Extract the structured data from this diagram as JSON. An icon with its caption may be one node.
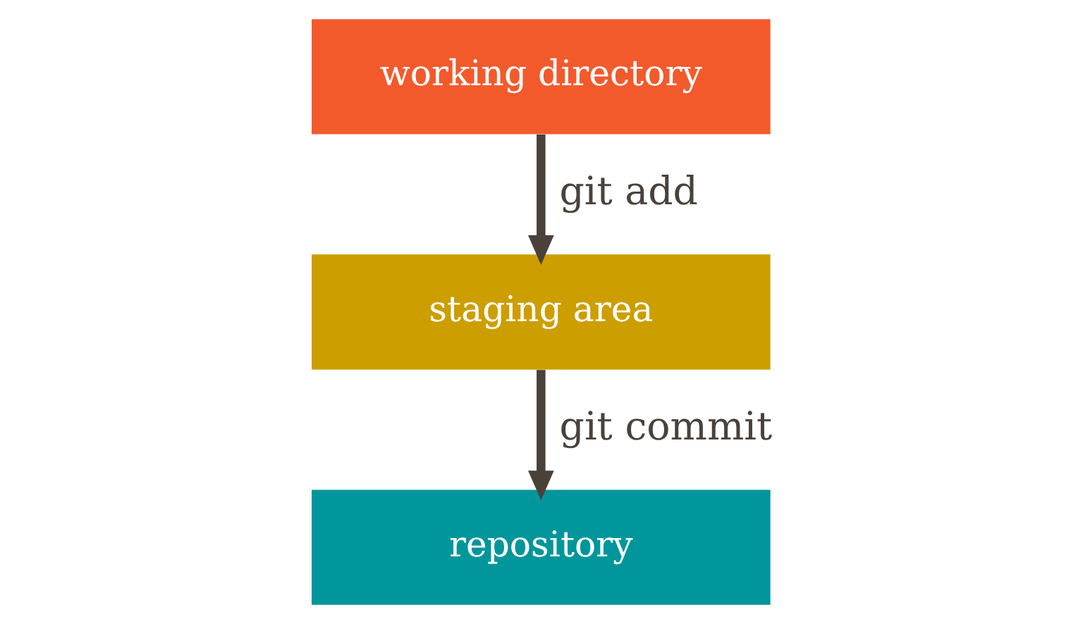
{
  "diagram": {
    "nodes": [
      {
        "text": [
          "working directory"
        ]
      },
      {
        "text": [
          "staging area"
        ]
      },
      {
        "text": [
          "repository"
        ]
      }
    ],
    "edges": [
      {
        "from": 0,
        "to": 1,
        "arrow": "to",
        "label": "git add"
      },
      {
        "from": 1,
        "to": 2,
        "arrow": "to",
        "label": "git commit"
      }
    ]
  }
}
